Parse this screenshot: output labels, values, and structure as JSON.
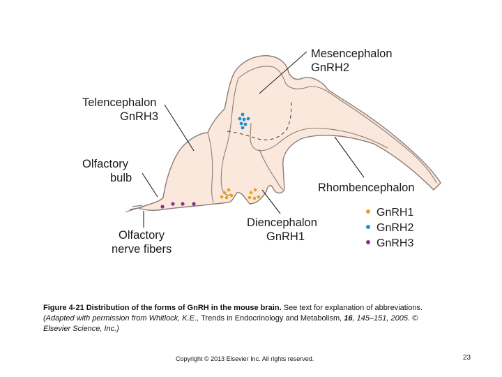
{
  "labels": {
    "mesencephalon": "Mesencephalon",
    "mesencephalon_form": "GnRH2",
    "telencephalon": "Telencephalon",
    "telencephalon_form": "GnRH3",
    "olfactory_bulb_line1": "Olfactory",
    "olfactory_bulb_line2": "bulb",
    "rhombencephalon": "Rhombencephalon",
    "diencephalon": "Diencephalon",
    "diencephalon_form": "GnRH1",
    "olfactory_nerve_line1": "Olfactory",
    "olfactory_nerve_line2": "nerve fibers"
  },
  "legend": [
    {
      "label": "GnRH1",
      "color": "#e8a020"
    },
    {
      "label": "GnRH2",
      "color": "#1e8fc8"
    },
    {
      "label": "GnRH3",
      "color": "#8b2f8f"
    }
  ],
  "colors": {
    "brain_fill": "#fbe8dc",
    "outline": "#8a7d76",
    "leader": "#222222"
  },
  "caption": {
    "bold": "Figure 4-21 Distribution of the forms of GnRH in the mouse brain.",
    "normal": " See text for explanation of abbreviations.",
    "italic1": "(Adapted with permission from Whitlock, K.E., ",
    "source": "Trends in Endocrinology and Metabolism, ",
    "volume": "16",
    "italic2": ", 145–151, 2005. ©",
    "italic3": "Elsevier Science, Inc.)"
  },
  "footer": {
    "copyright": "Copyright © 2013 Elsevier Inc. All rights reserved.",
    "page_number": "23"
  }
}
